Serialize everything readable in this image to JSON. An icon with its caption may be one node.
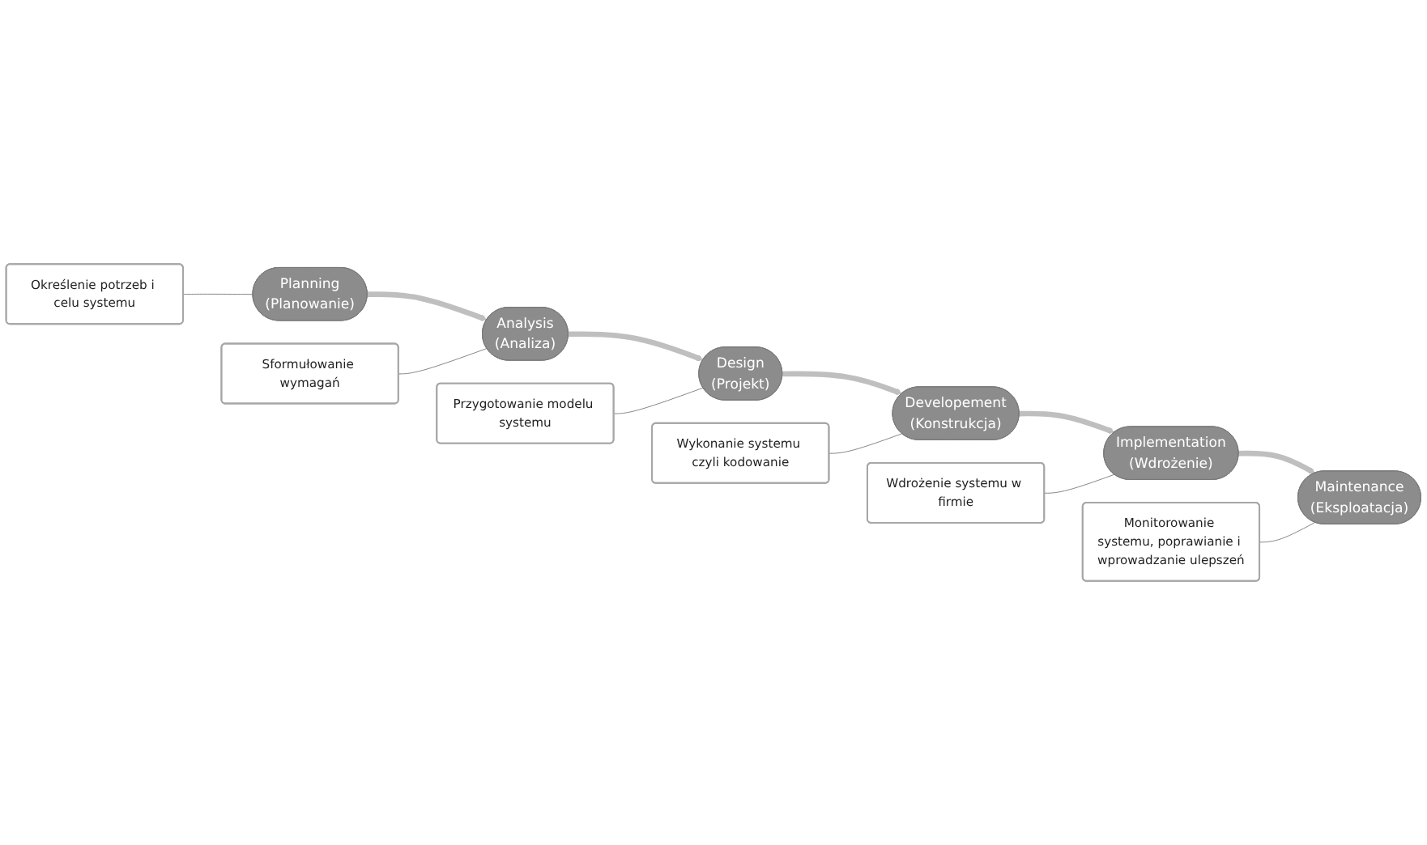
{
  "diagram": {
    "nodes": [
      {
        "text": [
          "Planning",
          "(Planowanie)"
        ]
      },
      {
        "text": [
          "Określenie potrzeb i celu systemu"
        ]
      },
      {
        "text": [
          "Analysis",
          "(Analiza)"
        ]
      },
      {
        "text": [
          "Sformułowanie wymagań"
        ]
      },
      {
        "text": [
          "Design",
          "(Projekt)"
        ]
      },
      {
        "text": [
          "Przygotowanie modelu systemu"
        ]
      },
      {
        "text": [
          "Developement",
          "(Konstrukcja)"
        ]
      },
      {
        "text": [
          "Wykonanie systemu czyli kodowanie"
        ]
      },
      {
        "text": [
          "Implementation",
          "(Wdrożenie)"
        ]
      },
      {
        "text": [
          "Wdrożenie systemu w firmie"
        ]
      },
      {
        "text": [
          "Maintenance",
          "(Eksploatacja)"
        ]
      },
      {
        "text": [
          "Monitorowanie systemu, poprawianie i wprowadzanie ulepszeń"
        ]
      }
    ],
    "edges": [
      {
        "from": 0,
        "to": 2,
        "arrow": "to",
        "style": "thick",
        "color": "#bfbfbf"
      },
      {
        "from": 2,
        "to": 4,
        "arrow": "to",
        "style": "thick",
        "color": "#bfbfbf"
      },
      {
        "from": 4,
        "to": 6,
        "arrow": "to",
        "style": "thick",
        "color": "#bfbfbf"
      },
      {
        "from": 6,
        "to": 8,
        "arrow": "to",
        "style": "thick",
        "color": "#bfbfbf"
      },
      {
        "from": 8,
        "to": 10,
        "arrow": "to",
        "style": "thick",
        "color": "#bfbfbf"
      },
      {
        "from": 1,
        "to": 0,
        "arrow": "none"
      },
      {
        "from": 3,
        "to": 2,
        "arrow": "none"
      },
      {
        "from": 5,
        "to": 4,
        "arrow": "none"
      },
      {
        "from": 7,
        "to": 6,
        "arrow": "none"
      },
      {
        "from": 9,
        "to": 8,
        "arrow": "none"
      },
      {
        "from": 11,
        "to": 10,
        "arrow": "none"
      }
    ]
  }
}
